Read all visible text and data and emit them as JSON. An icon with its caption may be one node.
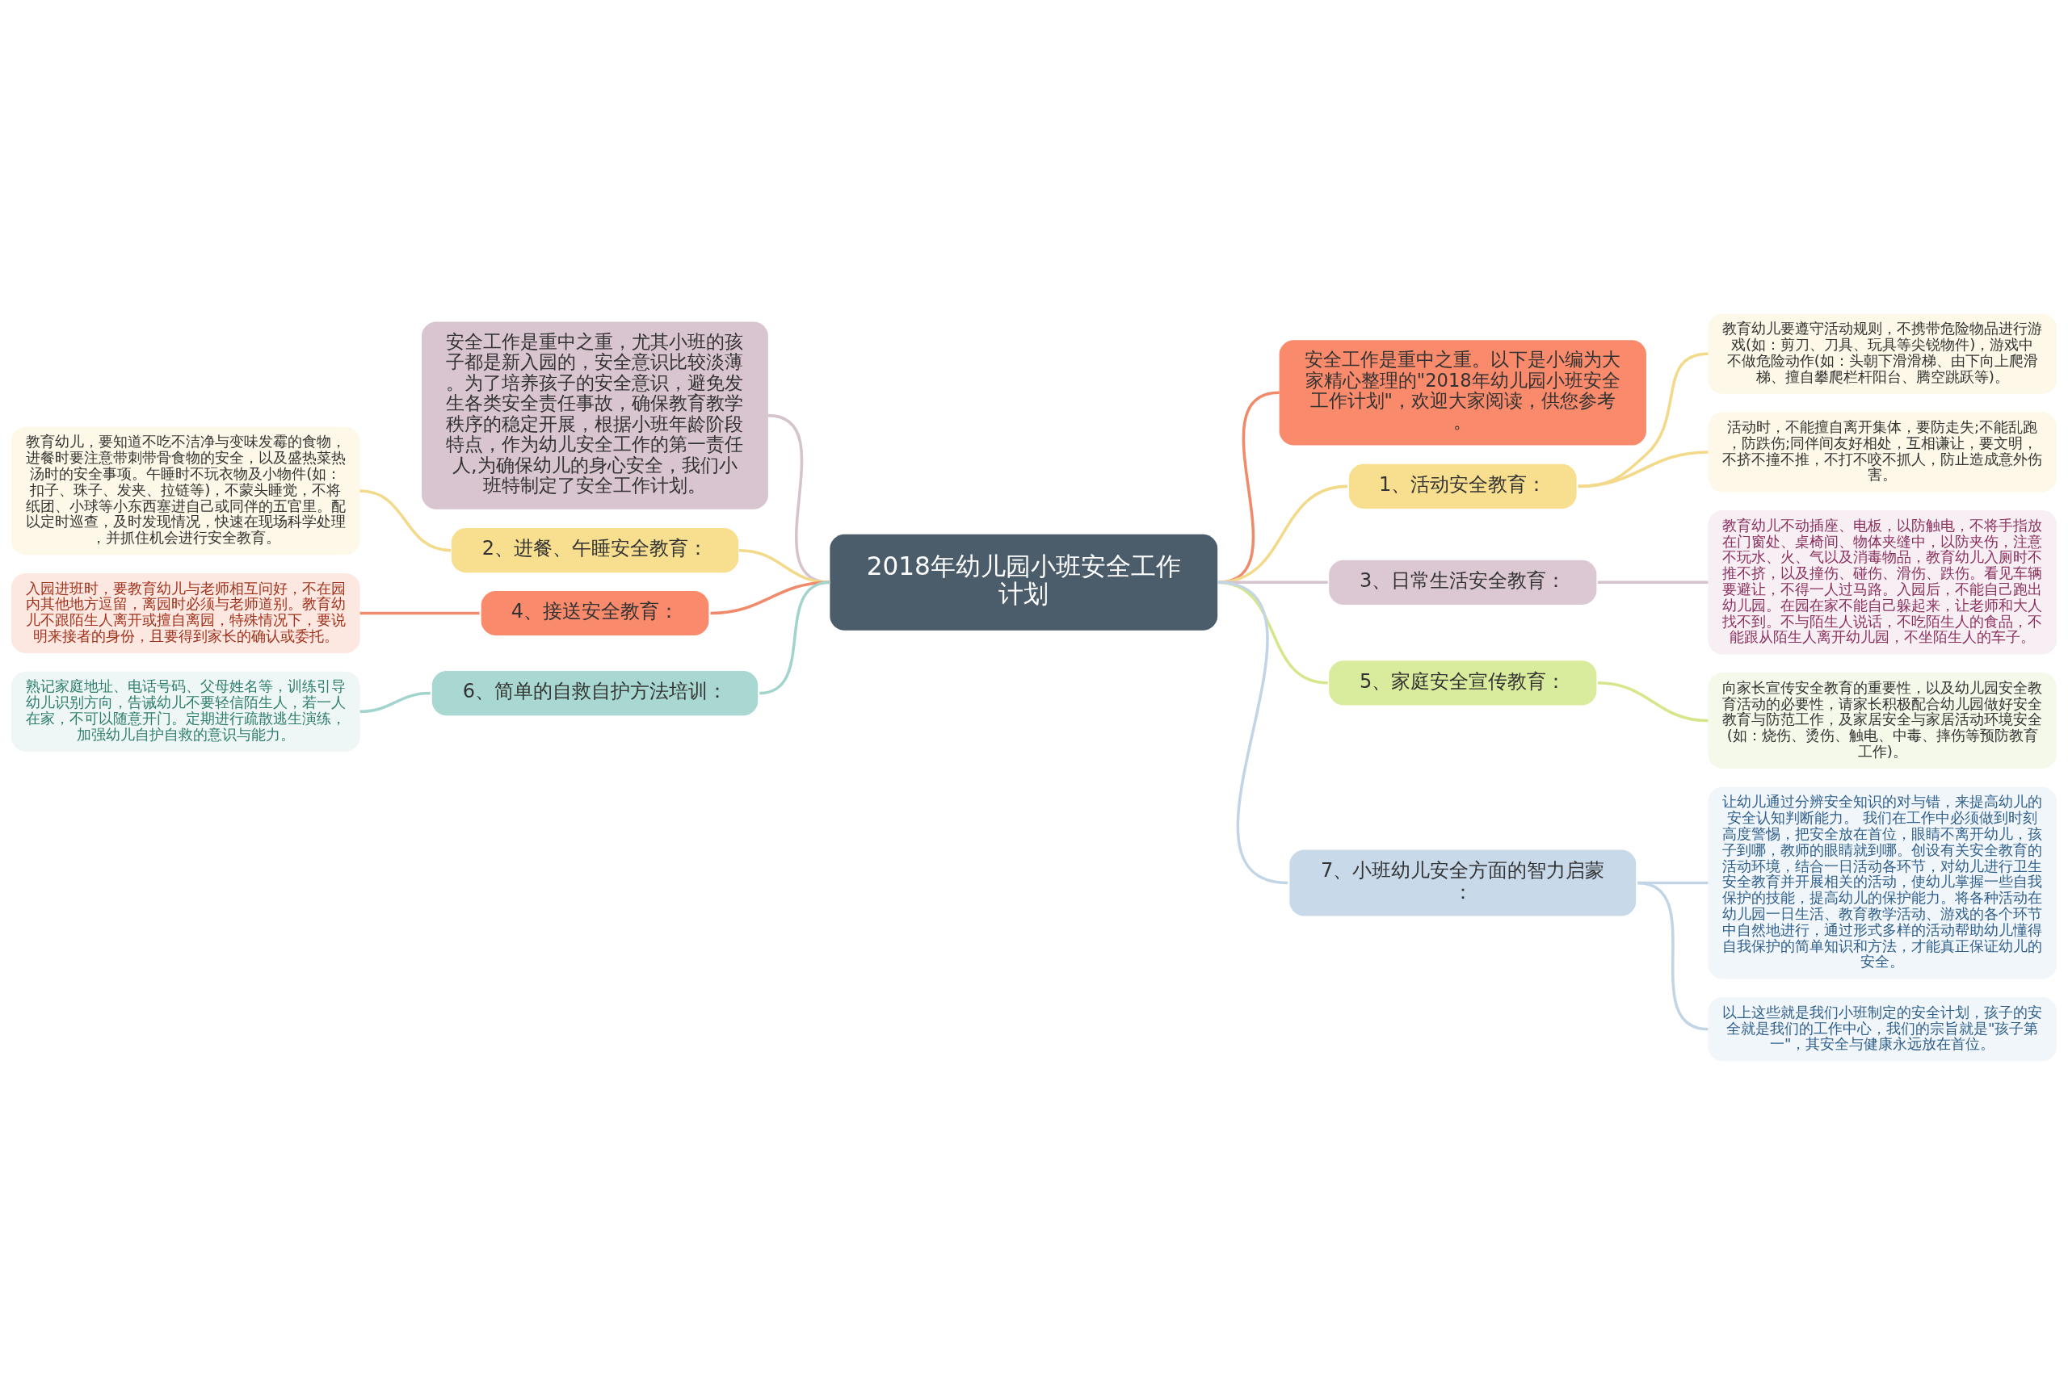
{
  "diagram": {
    "nodes": [
      {
        "text": [
          "2018年幼儿园小班安全工作计划"
        ]
      },
      {
        "text": [
          "安全工作是重中之重。以下是小编为大家精心整理的\"2018年幼儿园小班安全工作计划\"，欢迎大家阅读，供您参考。"
        ]
      },
      {
        "text": [
          "安全工作是重中之重，尤其小班的孩子都是新入园的，安全意识比较淡薄。为了培养孩子的安全意识，避免发生各类安全责任事故，确保教育教学秩序的稳定开展，根据小班年龄阶段特点，作为幼儿安全工作的第一责任人,为确保幼儿的身心安全，我们小班特制定了安全工作计划。"
        ]
      },
      {
        "text": [
          "1、活动安全教育："
        ]
      },
      {
        "text": [
          "教育幼儿要遵守活动规则，不携带危险物品进行游戏(如：剪刀、刀具、玩具等尖锐物件)，游戏中不做危险动作(如：头朝下滑滑梯、由下向上爬滑梯、擅自攀爬栏杆阳台、腾空跳跃等)。"
        ]
      },
      {
        "text": [
          "活动时，不能擅自离开集体，要防走失;不能乱跑，防跌伤;同伴间友好相处，互相谦让，要文明，不挤不撞不推，不打不咬不抓人，防止造成意外伤害。"
        ]
      },
      {
        "text": [
          "2、进餐、午睡安全教育："
        ]
      },
      {
        "text": [
          "教育幼儿，要知道不吃不洁净与变味发霉的食物，进餐时要注意带刺带骨食物的安全，以及盛热菜热汤时的安全事项。午睡时不玩衣物及小物件(如：扣子、珠子、发夹、拉链等)，不蒙头睡觉，不将纸团、小球等小东西塞进自己或同伴的五官里。配以定时巡查，及时发现情况，快速在现场科学处理，并抓住机会进行安全教育。"
        ]
      },
      {
        "text": [
          "3、日常生活安全教育："
        ]
      },
      {
        "text": [
          "教育幼儿不动插座、电板，以防触电，不将手指放在门窗处、桌椅间、物体夹缝中，以防夹伤，注意不玩水、火、气以及消毒物品，教育幼儿入厕时不推不挤，以及撞伤、碰伤、滑伤、跌伤。看见车辆要避让，不得一人过马路。入园后，不能自己跑出幼儿园。在园在家不能自己躲起来，让老师和大人找不到。不与陌生人说话，不吃陌生人的食品，不能跟从陌生人离开幼儿园，不坐陌生人的车子。"
        ]
      },
      {
        "text": [
          "4、接送安全教育："
        ]
      },
      {
        "text": [
          "入园进班时，要教育幼儿与老师相互问好，不在园内其他地方逗留，离园时必须与老师道别。教育幼儿不跟陌生人离开或擅自离园，特殊情况下，要说明来接者的身份，且要得到家长的确认或委托。"
        ]
      },
      {
        "text": [
          "5、家庭安全宣传教育："
        ]
      },
      {
        "text": [
          "向家长宣传安全教育的重要性，以及幼儿园安全教育活动的必要性，请家长积极配合幼儿园做好安全教育与防范工作，及家居安全与家居活动环境安全(如：烧伤、烫伤、触电、中毒、摔伤等预防教育工作)。"
        ]
      },
      {
        "text": [
          "6、简单的自救自护方法培训："
        ]
      },
      {
        "text": [
          "熟记家庭地址、电话号码、父母姓名等，训练引导幼儿识别方向，告诫幼儿不要轻信陌生人，若一人在家，不可以随意开门。定期进行疏散逃生演练，加强幼儿自护自救的意识与能力。"
        ]
      },
      {
        "text": [
          "7、小班幼儿安全方面的智力启蒙："
        ]
      },
      {
        "text": [
          "让幼儿通过分辨安全知识的对与错，来提高幼儿的安全认知判断能力。 我们在工作中必须做到时刻高度警惕，把安全放在首位，眼睛不离开幼儿，孩子到哪，教师的眼睛就到哪。创设有关安全教育的活动环境，结合一日活动各环节，对幼儿进行卫生安全教育并开展相关的活动，使幼儿掌握一些自我保护的技能，提高幼儿的保护能力。将各种活动在幼儿园一日生活、教育教学活动、游戏的各个环节中自然地进行，通过形式多样的活动帮助幼儿懂得自我保护的简单知识和方法，才能真正保证幼儿的安全。"
        ]
      },
      {
        "text": [
          "以上这些就是我们小班制定的安全计划，孩子的安全就是我们的工作中心，我们的宗旨就是\"孩子第一\"，其安全与健康永远放在首位。"
        ]
      }
    ],
    "edges": [
      {
        "from": 0,
        "to": 1,
        "arrow": "none",
        "color": "#f08a6a"
      },
      {
        "from": 0,
        "to": 2,
        "arrow": "none",
        "color": "#d5c3cd"
      },
      {
        "from": 0,
        "to": 3,
        "arrow": "none",
        "color": "#f3d98a"
      },
      {
        "from": 3,
        "to": 4,
        "arrow": "none",
        "color": "#f3d98a"
      },
      {
        "from": 3,
        "to": 5,
        "arrow": "none",
        "color": "#f3d98a"
      },
      {
        "from": 0,
        "to": 6,
        "arrow": "none",
        "color": "#f3d98a"
      },
      {
        "from": 6,
        "to": 7,
        "arrow": "none",
        "color": "#f3d98a"
      },
      {
        "from": 0,
        "to": 8,
        "arrow": "none",
        "color": "#d5c3cd"
      },
      {
        "from": 8,
        "to": 9,
        "arrow": "none",
        "color": "#d5c3cd"
      },
      {
        "from": 0,
        "to": 10,
        "arrow": "none",
        "color": "#f08a6a"
      },
      {
        "from": 10,
        "to": 11,
        "arrow": "none",
        "color": "#f08a6a"
      },
      {
        "from": 0,
        "to": 12,
        "arrow": "none",
        "color": "#d6e68a"
      },
      {
        "from": 12,
        "to": 13,
        "arrow": "none",
        "color": "#d6e68a"
      },
      {
        "from": 0,
        "to": 14,
        "arrow": "none",
        "color": "#a2d4cd"
      },
      {
        "from": 14,
        "to": 15,
        "arrow": "none",
        "color": "#a2d4cd"
      },
      {
        "from": 0,
        "to": 16,
        "arrow": "none",
        "color": "#c2d5e6"
      },
      {
        "from": 16,
        "to": 17,
        "arrow": "none",
        "color": "#c2d5e6"
      },
      {
        "from": 16,
        "to": 18,
        "arrow": "none",
        "color": "#c2d5e6"
      }
    ]
  }
}
